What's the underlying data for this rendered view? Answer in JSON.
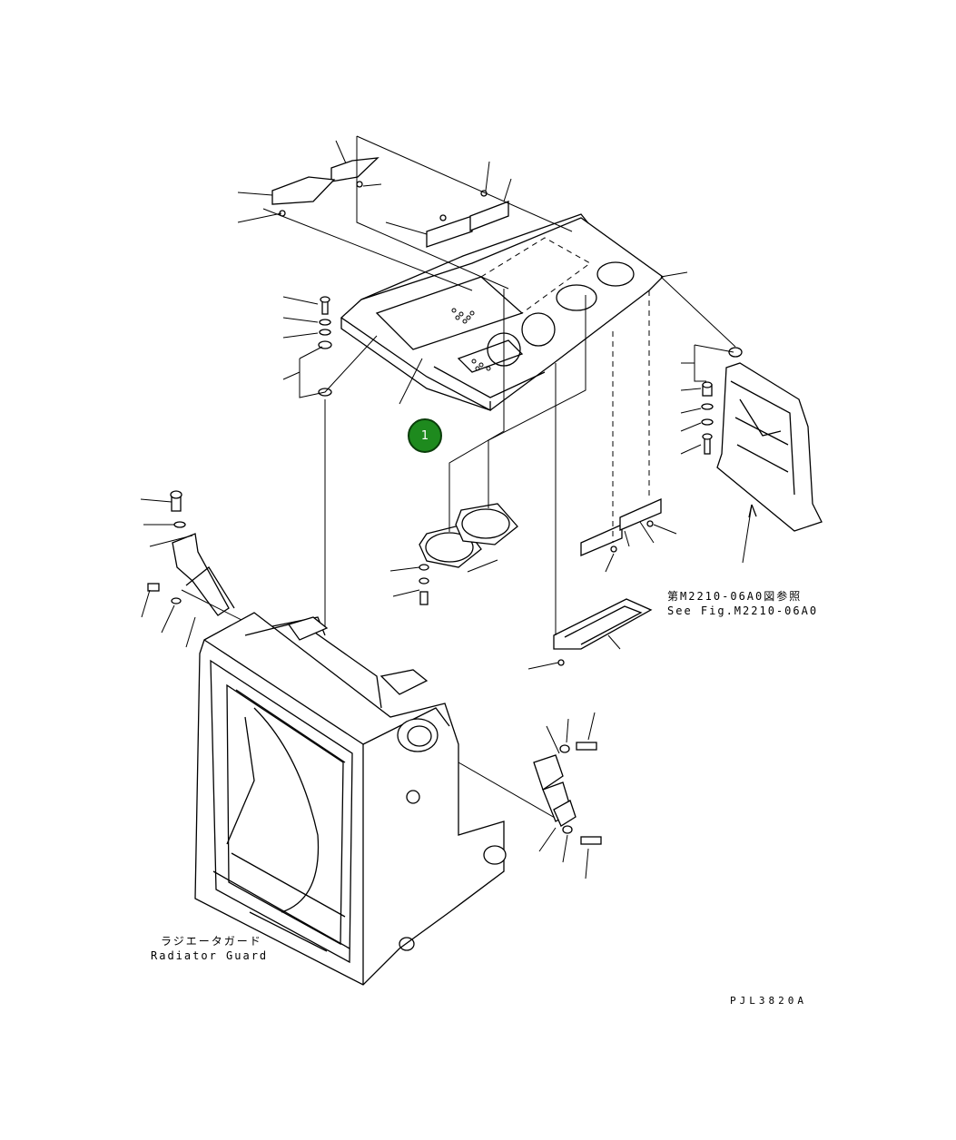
{
  "callout": {
    "number": "1",
    "color": "#1e8a1e"
  },
  "reference_note": {
    "japanese": "第M2210-06A0図参照",
    "english": "See Fig.M2210-06A0"
  },
  "assembly_label": {
    "japanese": "ラジエータガード",
    "english": "Radiator Guard"
  },
  "drawing_code": "PJL3820A"
}
